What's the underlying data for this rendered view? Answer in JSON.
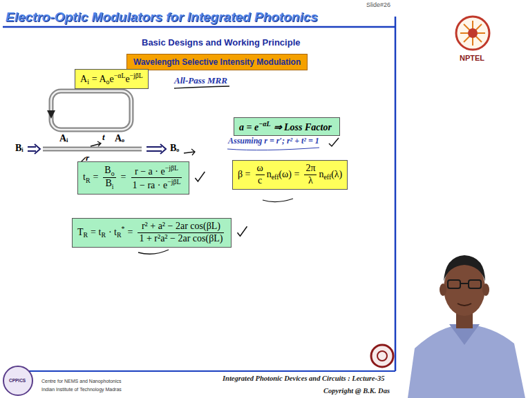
{
  "diagram": {
    "title": "Electro-Optic Modulators for Integrated Photonics",
    "nodes": [
      {
        "text": [
          "Wavelength Selective Intensity Modulation"
        ]
      },
      {
        "text": [
          "A",
          "i",
          "= A",
          "o",
          "e",
          "−αL",
          "e",
          "−jβL"
        ]
      },
      {
        "text": [
          "a = e",
          "−αL",
          "⇒ Loss Factor"
        ]
      },
      {
        "text": [
          "t",
          "R",
          "=",
          "B",
          "o",
          "B",
          "i",
          "=",
          "r − a · e",
          "−jβL",
          "1 − ra · e",
          "−jβL"
        ]
      },
      {
        "text": [
          "β =",
          "ω",
          "c",
          "n",
          "eff",
          "(ω) =",
          "2π",
          "λ",
          "n",
          "eff",
          "(λ)"
        ]
      },
      {
        "text": [
          "T",
          "R",
          "= t",
          "R",
          "· t",
          "R",
          "*",
          "=",
          "r² + a² − 2ar cos(βL)",
          "1 + r²a² − 2ar cos(βL)"
        ]
      }
    ],
    "labels": [
      "Slide#26",
      "Basic Designs and Working Principle",
      "All-Pass MRR",
      "Bᵢ",
      "Aᵢ",
      "t",
      "Aₒ",
      "Bₒ",
      "r",
      "Assuming r = r′; r² + t² = 1",
      "NPTEL",
      "CPPICS",
      "Centre for NEMS and Nanophotonics",
      "Indian Institute of Technology Madras",
      "Integrated Photonic Devices and Circuits : Lecture-35",
      "Copyright @ B.K. Das"
    ]
  }
}
